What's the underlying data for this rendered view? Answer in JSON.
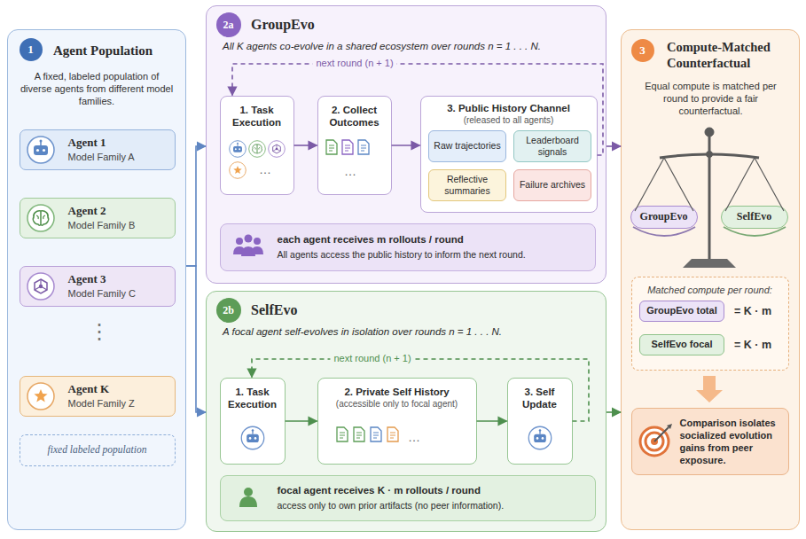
{
  "diagram": {
    "nodes": [
      {
        "text": [
          "Agent Population",
          "A fixed, labeled population of diverse agents from different model families."
        ]
      },
      {
        "text": [
          "1"
        ],
        "in": 0
      },
      {
        "text": [
          "Agent 1",
          "Model Family A"
        ],
        "in": 0
      },
      {
        "text": [
          "Agent 2",
          "Model Family B"
        ],
        "in": 0
      },
      {
        "text": [
          "Agent 3",
          "Model Family C"
        ],
        "in": 0
      },
      {
        "text": [
          "Agent K",
          "Model Family Z"
        ],
        "in": 0
      },
      {
        "text": [
          "fixed labeled population"
        ],
        "in": 0
      },
      {
        "text": [
          "GroupEvo",
          "All K agents co-evolve in a shared ecosystem over rounds n = 1 . . . N."
        ]
      },
      {
        "text": [
          "2a"
        ],
        "in": 7
      },
      {
        "text": [
          "1. Task Execution"
        ],
        "in": 7
      },
      {
        "text": [
          "2. Collect Outcomes"
        ],
        "in": 7
      },
      {
        "text": [
          "3. Public History Channel",
          "(released to all agents)"
        ],
        "in": 7
      },
      {
        "text": [
          "Raw trajectories"
        ],
        "in": 11
      },
      {
        "text": [
          "Leaderboard signals"
        ],
        "in": 11
      },
      {
        "text": [
          "Reflective summaries"
        ],
        "in": 11
      },
      {
        "text": [
          "Failure archives"
        ],
        "in": 11
      },
      {
        "text": [
          "each agent receives m rollouts / round",
          "All agents access the public history to inform the next round."
        ],
        "in": 7
      },
      {
        "text": [
          "SelfEvo",
          "A focal agent self-evolves in isolation over rounds n = 1 . . . N."
        ]
      },
      {
        "text": [
          "2b"
        ],
        "in": 17
      },
      {
        "text": [
          "1. Task Execution"
        ],
        "in": 17
      },
      {
        "text": [
          "2. Private Self History",
          "(accessible only to focal agent)"
        ],
        "in": 17
      },
      {
        "text": [
          "3. Self Update"
        ],
        "in": 17
      },
      {
        "text": [
          "focal agent receives K · m rollouts / round",
          "access only to own prior artifacts (no peer information)."
        ],
        "in": 17
      },
      {
        "text": [
          "Compute-Matched Counterfactual",
          "Equal compute is matched per round to provide a fair counterfactual."
        ]
      },
      {
        "text": [
          "3"
        ],
        "in": 23
      },
      {
        "text": [
          "GroupEvo"
        ],
        "in": 23
      },
      {
        "text": [
          "SelfEvo"
        ],
        "in": 23
      },
      {
        "text": [
          "Matched compute per round:"
        ],
        "in": 23
      },
      {
        "text": [
          "GroupEvo total"
        ],
        "in": 27
      },
      {
        "text": [
          "SelfEvo focal"
        ],
        "in": 27
      },
      {
        "text": [
          "Comparison isolates socialized evolution gains from peer exposure."
        ],
        "in": 23
      }
    ],
    "edges": [
      {
        "from": 0,
        "to": 7,
        "arrow": "to"
      },
      {
        "from": 0,
        "to": 17,
        "arrow": "to"
      },
      {
        "from": 9,
        "to": 10,
        "arrow": "to"
      },
      {
        "from": 10,
        "to": 11,
        "arrow": "to"
      },
      {
        "from": 11,
        "to": 9,
        "label": "next round (n + 1)",
        "arrow": "to"
      },
      {
        "from": 19,
        "to": 20,
        "arrow": "to"
      },
      {
        "from": 20,
        "to": 21,
        "arrow": "to"
      },
      {
        "from": 21,
        "to": 19,
        "label": "next round (n + 1)",
        "arrow": "to"
      },
      {
        "from": 7,
        "to": 23,
        "arrow": "to"
      },
      {
        "from": 17,
        "to": 23,
        "arrow": "to"
      }
    ],
    "labels": [
      "⋮",
      "…",
      "…",
      "…",
      "= K · m",
      "= K · m"
    ]
  }
}
